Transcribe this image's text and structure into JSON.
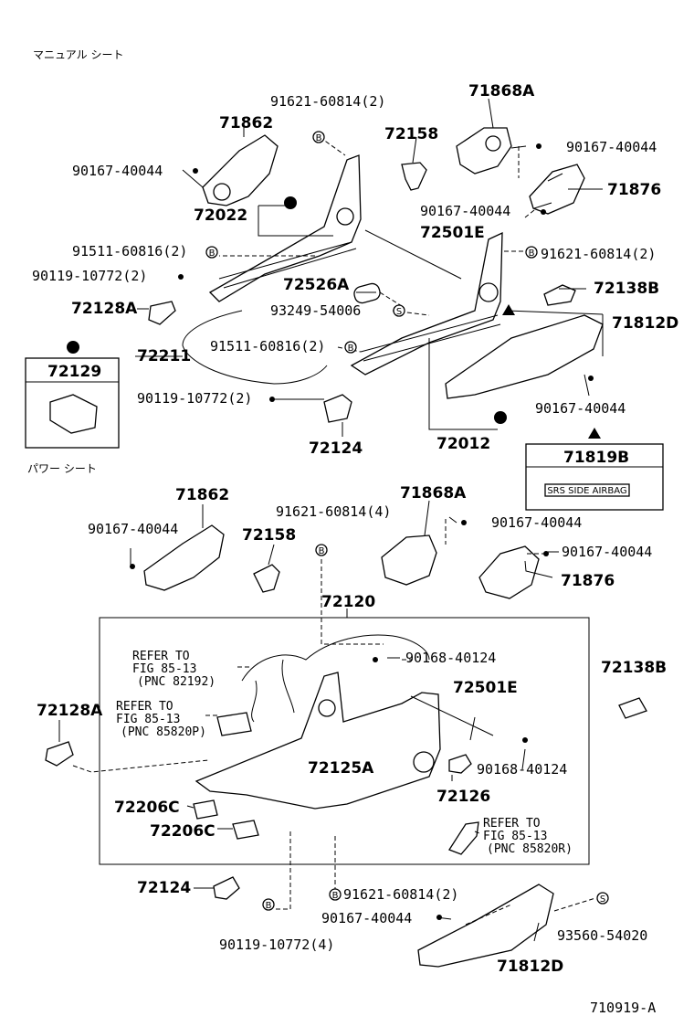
{
  "headings": {
    "manual": "マニュアル シート",
    "power": "パワー シート"
  },
  "labels": {
    "l_91621_a": "91621-60814(2)",
    "l_71862_a": "71862",
    "l_90167_a": "90167-40044",
    "l_72022": "72022",
    "l_91511_a": "91511-60816(2)",
    "l_90119_a": "90119-10772(2)",
    "l_72128a_a": "72128A",
    "l_72211": "72211",
    "l_72129": "72129",
    "l_72158_a": "72158",
    "l_71868a_a": "71868A",
    "l_90167_b": "90167-40044",
    "l_71876_a": "71876",
    "l_90167_c": "90167-40044",
    "l_72501e_a": "72501E",
    "l_91621_b": "91621-60814(2)",
    "l_72526a": "72526A",
    "l_93249": "93249-54006",
    "l_72138b_a": "72138B",
    "l_71812d_a": "71812D",
    "l_91511_b": "91511-60816(2)",
    "l_90119_b": "90119-10772(2)",
    "l_72124_a": "72124",
    "l_72012": "72012",
    "l_90167_d": "90167-40044",
    "l_71819b": "71819B",
    "l_srs": "SRS SIDE AIRBAG",
    "l_71862_b": "71862",
    "l_91621_c": "91621-60814(4)",
    "l_71868a_b": "71868A",
    "l_90167_e": "90167-40044",
    "l_72158_b": "72158",
    "l_90167_f": "90167-40044",
    "l_90167_g": "90167-40044",
    "l_71876_b": "71876",
    "l_72120": "72120",
    "l_90168_a": "90168-40124",
    "l_72138b_b": "72138B",
    "l_72501e_b": "72501E",
    "l_72128a_b": "72128A",
    "l_72125a": "72125A",
    "l_90168_b": "90168-40124",
    "l_72126": "72126",
    "l_72206c_a": "72206C",
    "l_72206c_b": "72206C",
    "l_72124_b": "72124",
    "l_91621_d": "91621-60814(2)",
    "l_90167_h": "90167-40044",
    "l_93560": "93560-54020",
    "l_90119_c": "90119-10772(4)",
    "l_71812d_b": "71812D",
    "footer": "710919-A"
  },
  "refs": {
    "r1": [
      "REFER TO",
      "FIG 85-13",
      "(PNC 82192)"
    ],
    "r2": [
      "REFER TO",
      "FIG 85-13",
      "(PNC 85820P)"
    ],
    "r3": [
      "REFER TO",
      "FIG 85-13",
      "(PNC 85820R)"
    ]
  },
  "symbols": {
    "b": "B",
    "s": "S"
  }
}
